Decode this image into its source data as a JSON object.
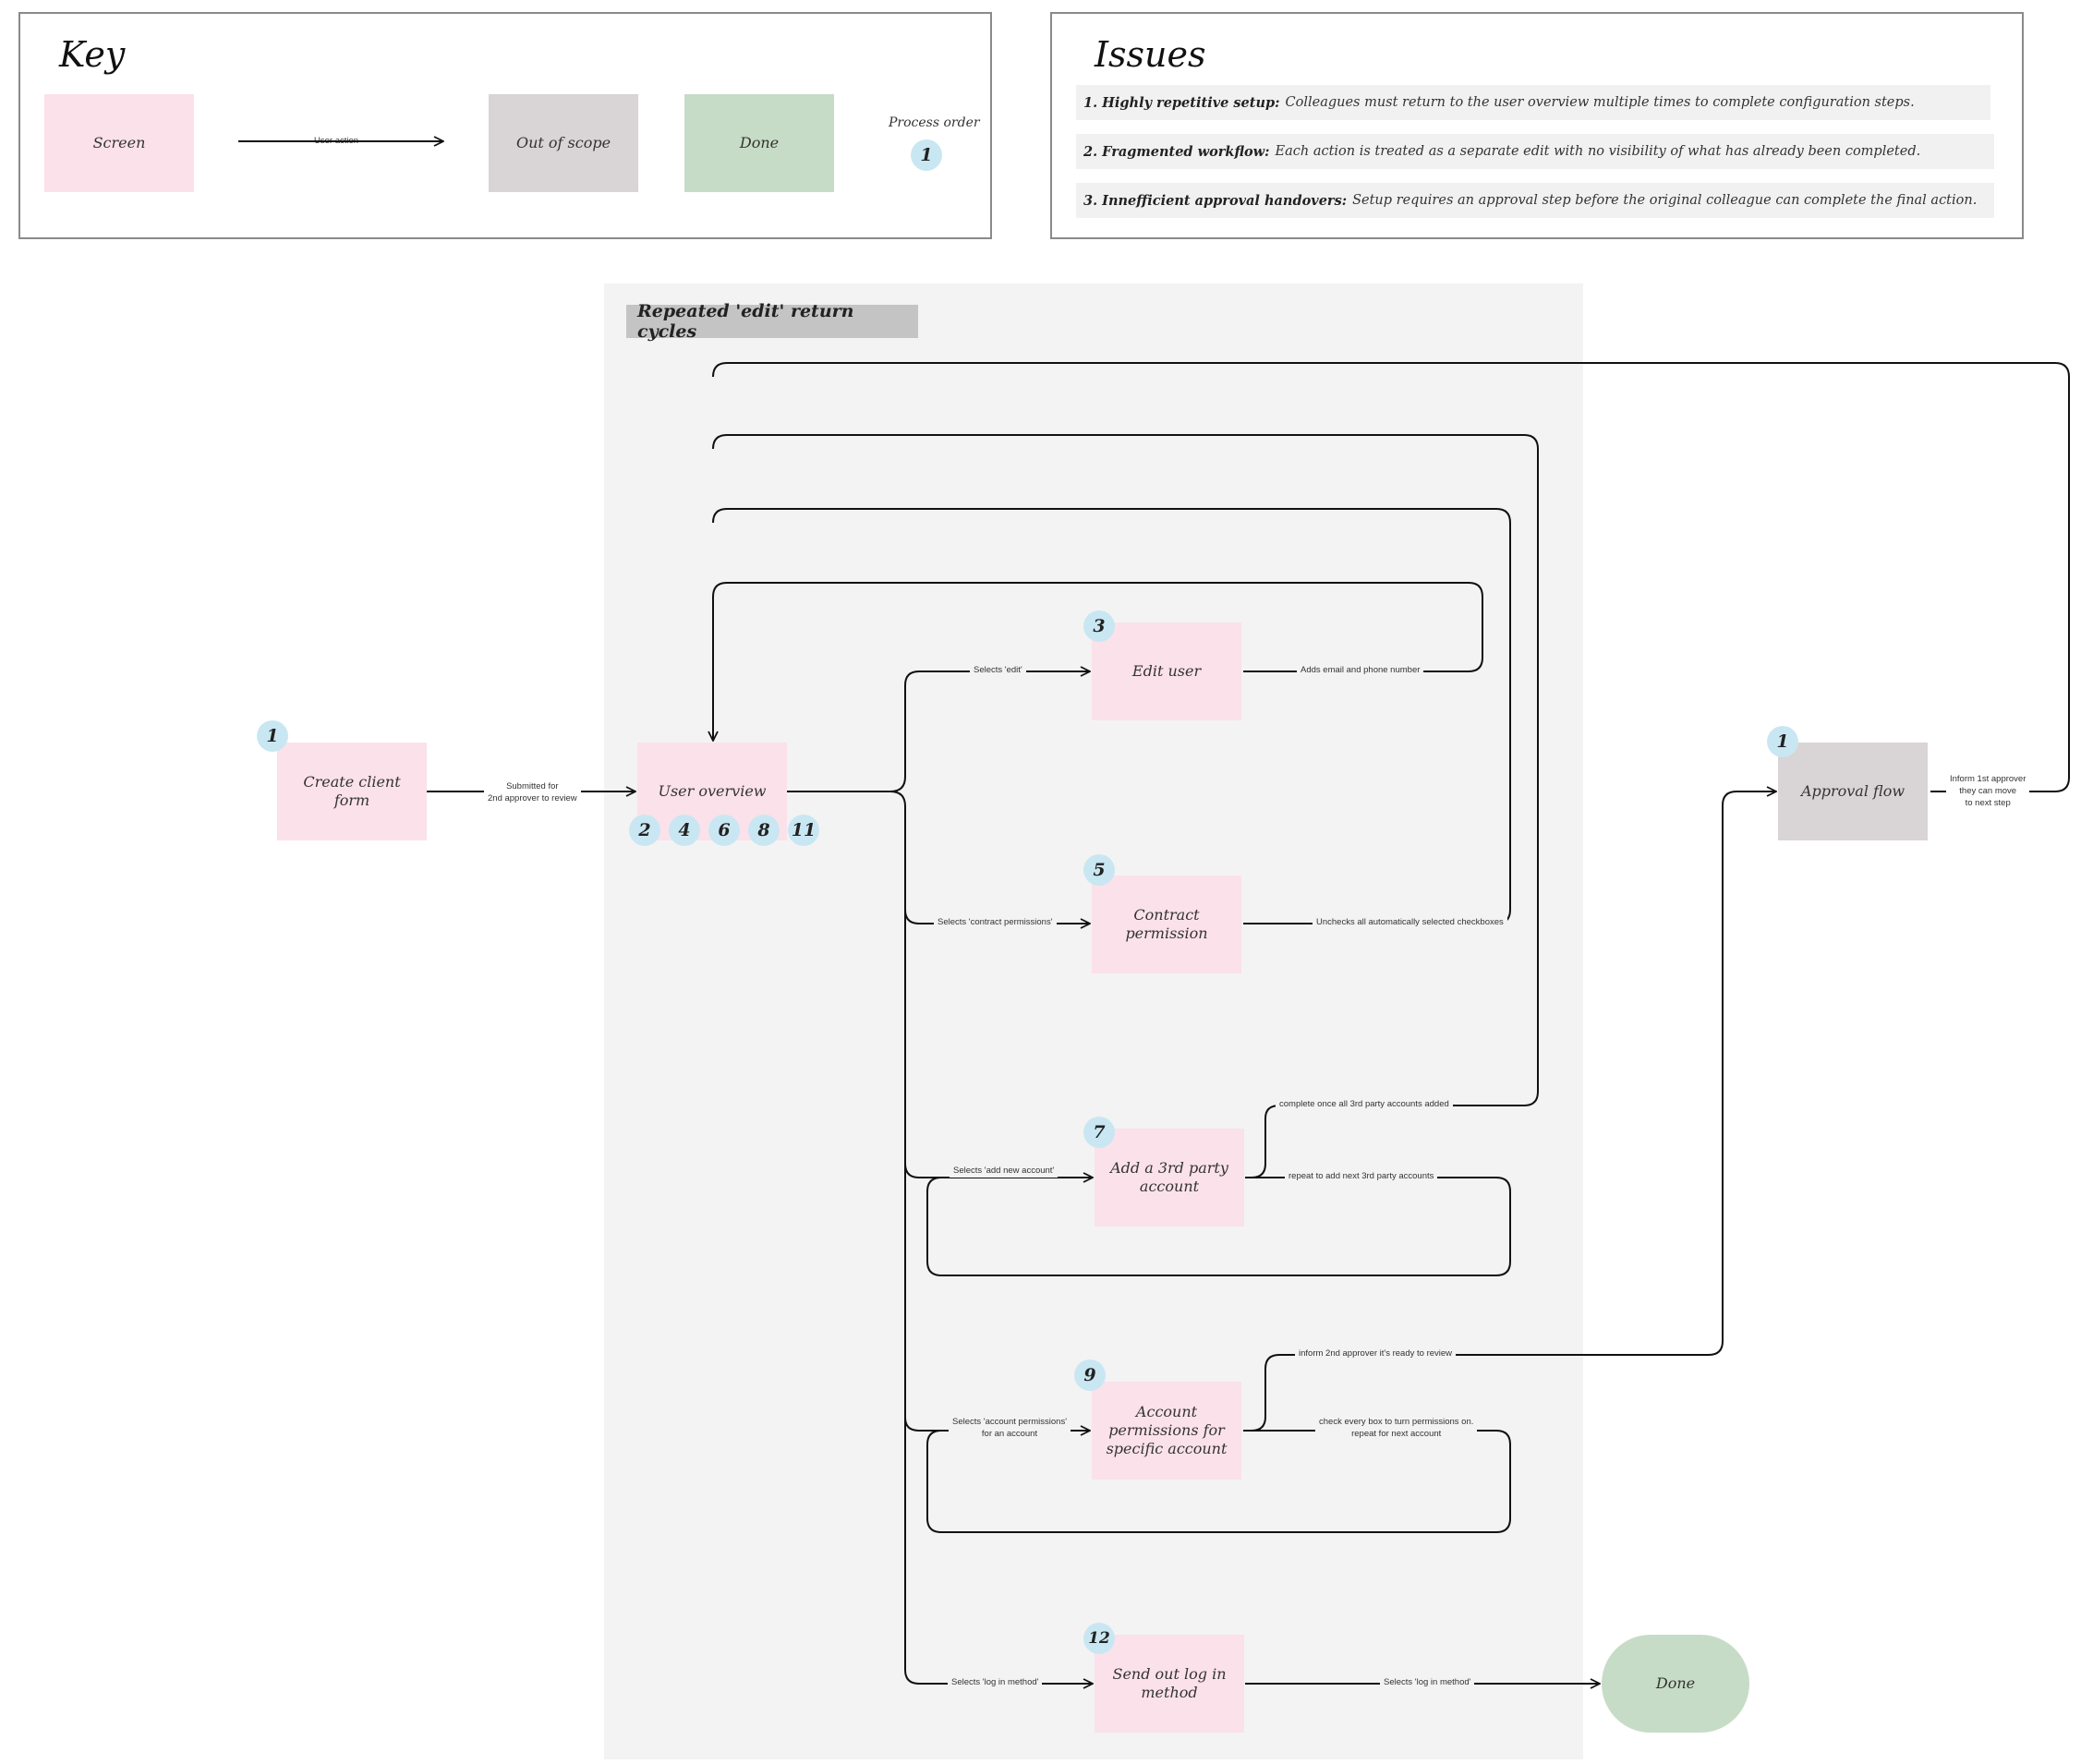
{
  "key": {
    "title": "Key",
    "screen": "Screen",
    "user_action": "User action",
    "out_of_scope": "Out of scope",
    "done": "Done",
    "process_order": "Process order",
    "process_order_badge": "1"
  },
  "issues": {
    "title": "Issues",
    "items": [
      {
        "label": "1. Highly repetitive setup:",
        "text": "Colleagues must return to the user overview multiple times to complete configuration steps."
      },
      {
        "label": "2. Fragmented workflow:",
        "text": "Each action is treated as a separate edit with no visibility of what has already been completed."
      },
      {
        "label": "3. Innefficient approval handovers:",
        "text": "Setup requires an approval step before the original colleague can complete the final action."
      }
    ]
  },
  "group": {
    "title": "Repeated 'edit' return cycles"
  },
  "nodes": {
    "create_client_form": "Create client form",
    "user_overview": "User overview",
    "edit_user": "Edit user",
    "contract_permission": "Contract permission",
    "add_3rd_party": "Add a 3rd party account",
    "account_permissions": "Account permissions for specific account",
    "send_login": "Send out log in method",
    "approval_flow": "Approval flow",
    "done": "Done"
  },
  "badges": {
    "create": "1",
    "overview": [
      "2",
      "4",
      "6",
      "8",
      "11"
    ],
    "edit": "3",
    "contract": "5",
    "add3rd": "7",
    "account": "9",
    "send": "12",
    "approval": "1"
  },
  "edges": {
    "submitted_line1": "Submitted for",
    "submitted_line2": "2nd approver to review",
    "selects_edit": "Selects 'edit'",
    "adds_email": "Adds email and phone number",
    "selects_contract": "Selects 'contract permissions'",
    "unchecks": "Unchecks all automatically selected checkboxes",
    "complete_3rd": "complete once all 3rd party accounts added",
    "selects_add_new": "Selects 'add new account'",
    "repeat_3rd": "repeat to add next 3rd party accounts",
    "inform_2nd": "inform 2nd approver it's ready to review",
    "selects_account_line1": "Selects 'account permissions'",
    "selects_account_line2": "for an account",
    "check_every_line1": "check every box to turn permissions on.",
    "check_every_line2": "repeat for next account",
    "selects_login": "Selects 'log in method'",
    "selects_login_done": "Selects 'log in method'",
    "inform_1st_line1": "Inform 1st approver",
    "inform_1st_line2": "they can move",
    "inform_1st_line3": "to next step"
  }
}
